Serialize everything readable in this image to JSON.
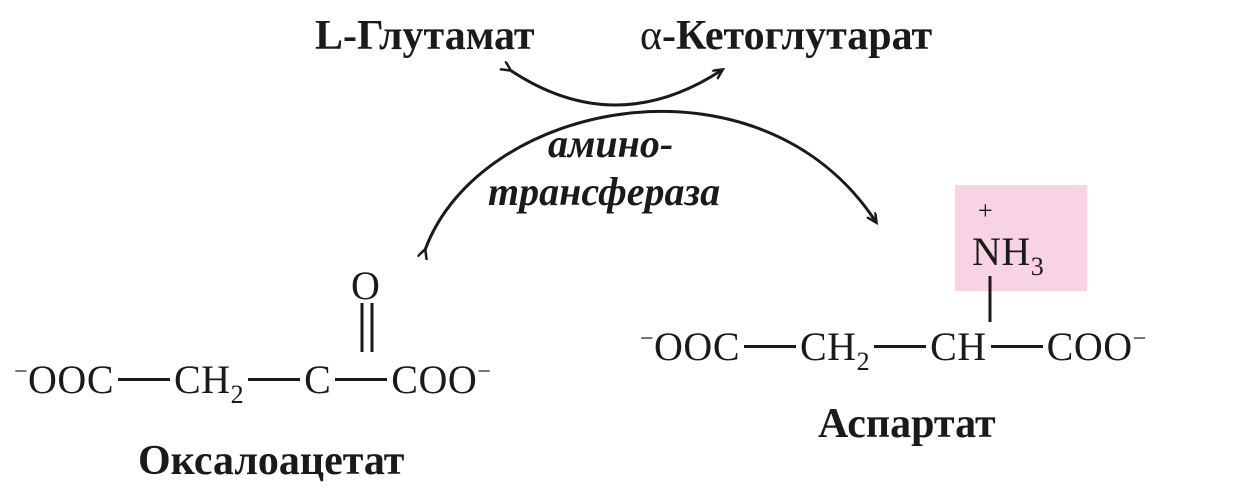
{
  "reactants": {
    "glutamate": "L-Глутамат",
    "ketoglutarate_alpha": "α",
    "ketoglutarate": "-Кетоглутарат"
  },
  "enzyme": {
    "line1": "амино-",
    "line2": "трансфераза"
  },
  "oxaloacetate": {
    "name": "Оксалоацетат",
    "carbonyl_o": "O",
    "minus1": "−",
    "group1": "OOC",
    "group2": "CH",
    "group2_sub": "2",
    "group3": "C",
    "group4": "COO",
    "minus2": "−"
  },
  "aspartate": {
    "name": "Аспартат",
    "amino_plus": "+",
    "amino": "NH",
    "amino_sub": "3",
    "minus1": "−",
    "group1": "OOC",
    "group2": "CH",
    "group2_sub": "2",
    "group3": "CH",
    "group4": "COO",
    "minus2": "−"
  },
  "colors": {
    "highlight": "#f7d3e3",
    "ink": "#1a1a1a"
  }
}
